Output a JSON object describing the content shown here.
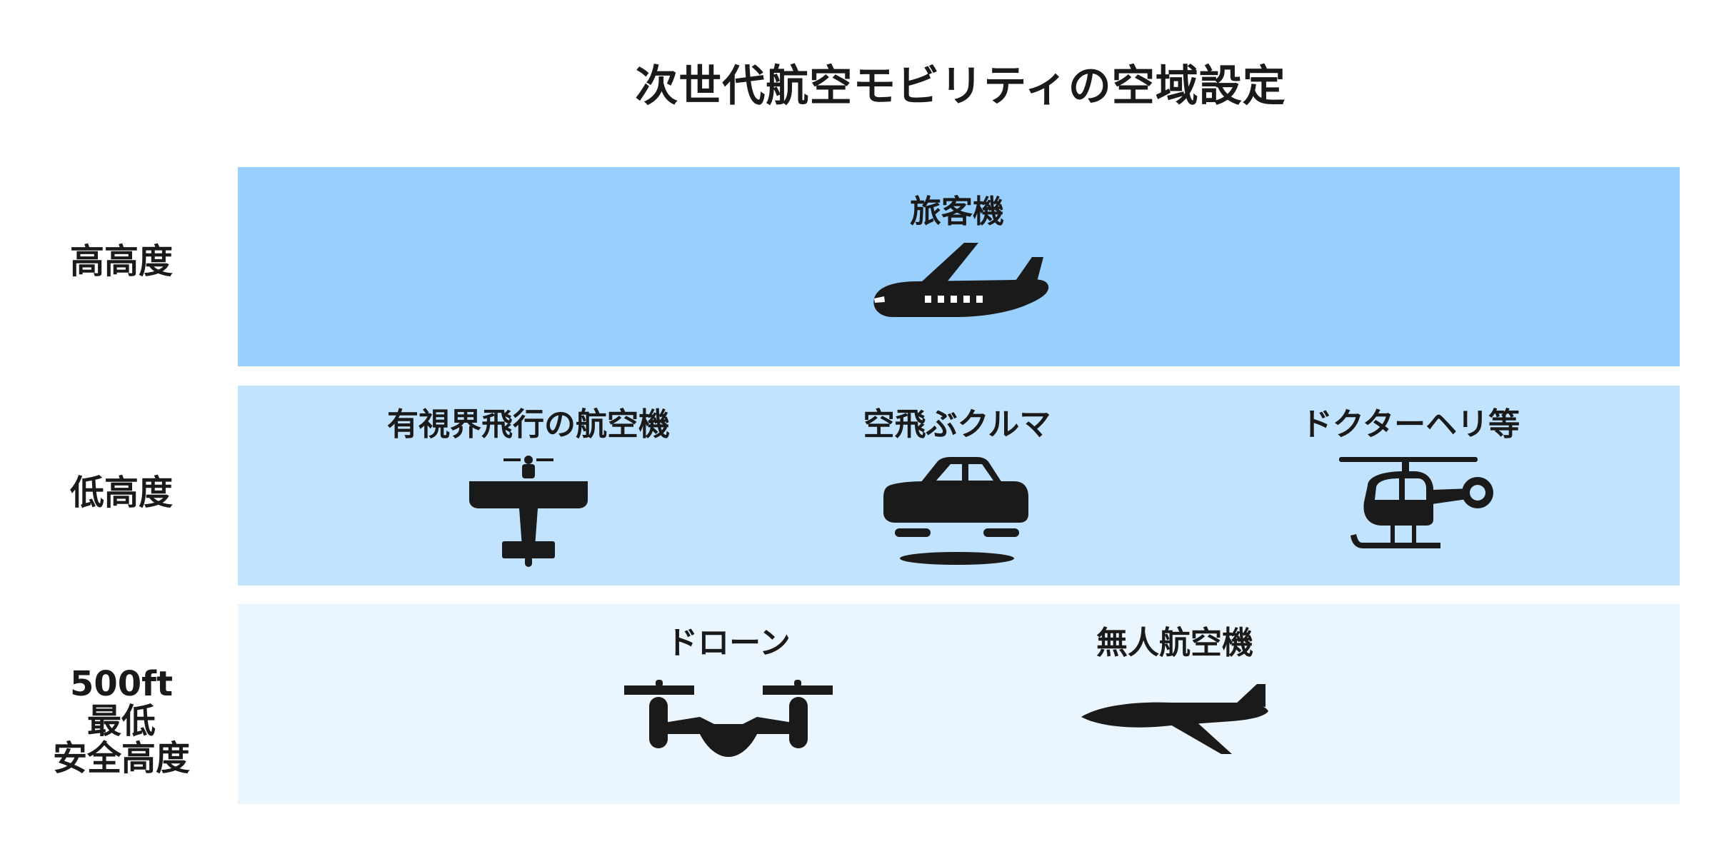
{
  "title": "次世代航空モビリティの空域設定",
  "rows": [
    {
      "label": "高高度"
    },
    {
      "label": "低高度"
    },
    {
      "label_lines": [
        "500ft",
        "最低",
        "安全高度"
      ]
    }
  ],
  "vehicles": {
    "airliner": "旅客機",
    "vfr_aircraft": "有視界飛行の航空機",
    "flying_car": "空飛ぶクルマ",
    "helicopter": "ドクターヘリ等",
    "drone": "ドローン",
    "uav": "無人航空機"
  },
  "colors": {
    "high_band": "#99cffc",
    "low_band": "#c2e3fd",
    "min_band": "#eaf5fe",
    "icon": "#1a1a1a"
  }
}
